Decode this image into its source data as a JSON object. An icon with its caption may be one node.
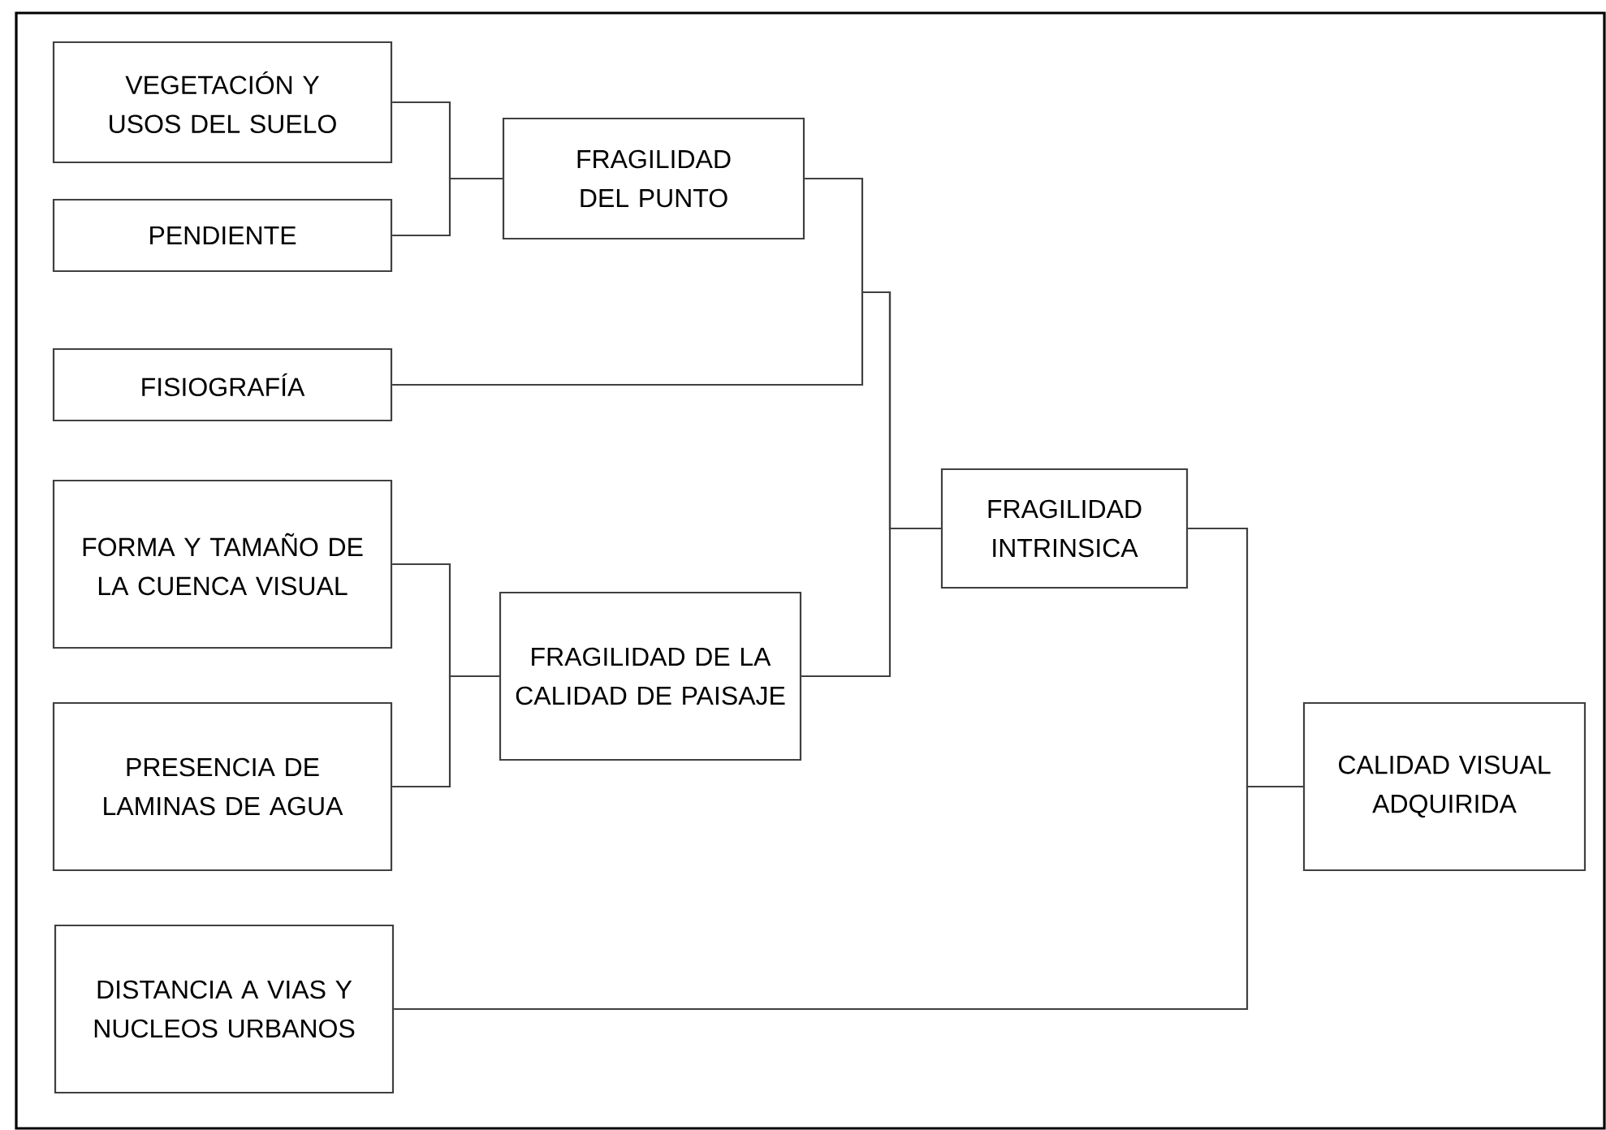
{
  "diagram": {
    "nodes": [
      {
        "text": [
          "VEGETACIÓN Y USOS DEL SUELO"
        ]
      },
      {
        "text": [
          "PENDIENTE"
        ]
      },
      {
        "text": [
          "FISIOGRAFÍA"
        ]
      },
      {
        "text": [
          "FORMA Y TAMAÑO DE LA CUENCA VISUAL"
        ]
      },
      {
        "text": [
          "PRESENCIA DE LAMINAS DE AGUA"
        ]
      },
      {
        "text": [
          "DISTANCIA A VIAS Y NUCLEOS URBANOS"
        ]
      },
      {
        "text": [
          "FRAGILIDAD DEL PUNTO"
        ]
      },
      {
        "text": [
          "FRAGILIDAD DE LA CALIDAD DE PAISAJE"
        ]
      },
      {
        "text": [
          "FRAGILIDAD INTRINSICA"
        ]
      },
      {
        "text": [
          "CALIDAD VISUAL ADQUIRIDA"
        ]
      }
    ],
    "edges": [
      {
        "from": 0,
        "to": 6,
        "arrow": "none"
      },
      {
        "from": 1,
        "to": 6,
        "arrow": "none"
      },
      {
        "from": 3,
        "to": 7,
        "arrow": "none"
      },
      {
        "from": 4,
        "to": 7,
        "arrow": "none"
      },
      {
        "from": 6,
        "to": 8,
        "arrow": "none"
      },
      {
        "from": 2,
        "to": 8,
        "arrow": "none"
      },
      {
        "from": 7,
        "to": 8,
        "arrow": "none"
      },
      {
        "from": 8,
        "to": 9,
        "arrow": "none"
      },
      {
        "from": 5,
        "to": 9,
        "arrow": "none"
      }
    ]
  }
}
